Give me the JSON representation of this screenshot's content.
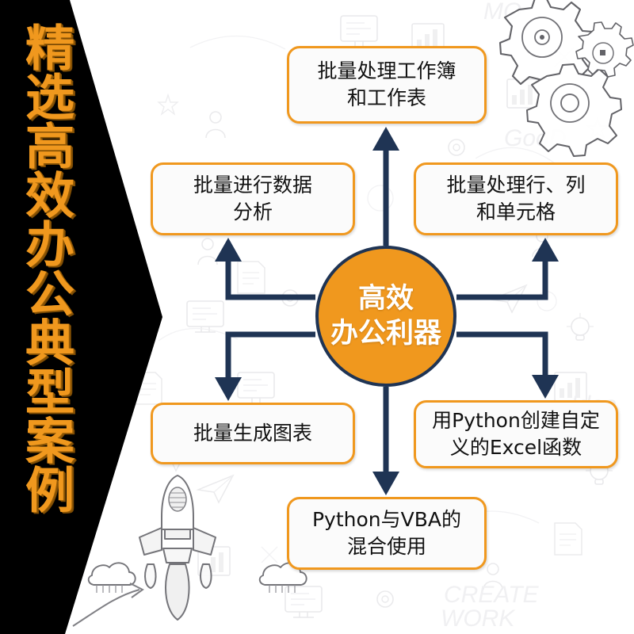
{
  "banner": {
    "title": "精选高效办公典型案例",
    "background_color": "#000000",
    "text_color": "#F0981E"
  },
  "theme": {
    "accent_orange": "#F0981E",
    "connector_navy": "#1F3454",
    "node_fill": "#FBFBFB",
    "node_text": "#111111",
    "page_background": "#FFFFFF"
  },
  "diagram": {
    "type": "radial-flow",
    "hub": {
      "label": "高效\n办公利器",
      "shape": "circle",
      "fill": "#F0981E",
      "border": "#1F3454"
    },
    "nodes": [
      {
        "id": "top",
        "label": "批量处理工作簿\n和工作表",
        "position": "top",
        "arrow": "up"
      },
      {
        "id": "left1",
        "label": "批量进行数据\n分析",
        "position": "upper-left",
        "arrow": "up"
      },
      {
        "id": "right1",
        "label": "批量处理行、列\n和单元格",
        "position": "upper-right",
        "arrow": "up"
      },
      {
        "id": "left2",
        "label": "批量生成图表",
        "position": "lower-left",
        "arrow": "down"
      },
      {
        "id": "right2",
        "label": "用Python创建自定\n义的Excel函数",
        "position": "lower-right",
        "arrow": "down"
      },
      {
        "id": "bottom",
        "label": "Python与VBA的\n混合使用",
        "position": "bottom",
        "arrow": "down"
      }
    ]
  },
  "decorations": [
    {
      "name": "gears-sketch",
      "position": "top-right"
    },
    {
      "name": "rocket-sketch",
      "position": "bottom-left"
    },
    {
      "name": "cloud-sketch",
      "position": "bottom-left"
    },
    {
      "name": "curved-arrow-sketch",
      "position": "bottom-left"
    },
    {
      "name": "doodle-texture-background",
      "position": "full-page"
    }
  ]
}
